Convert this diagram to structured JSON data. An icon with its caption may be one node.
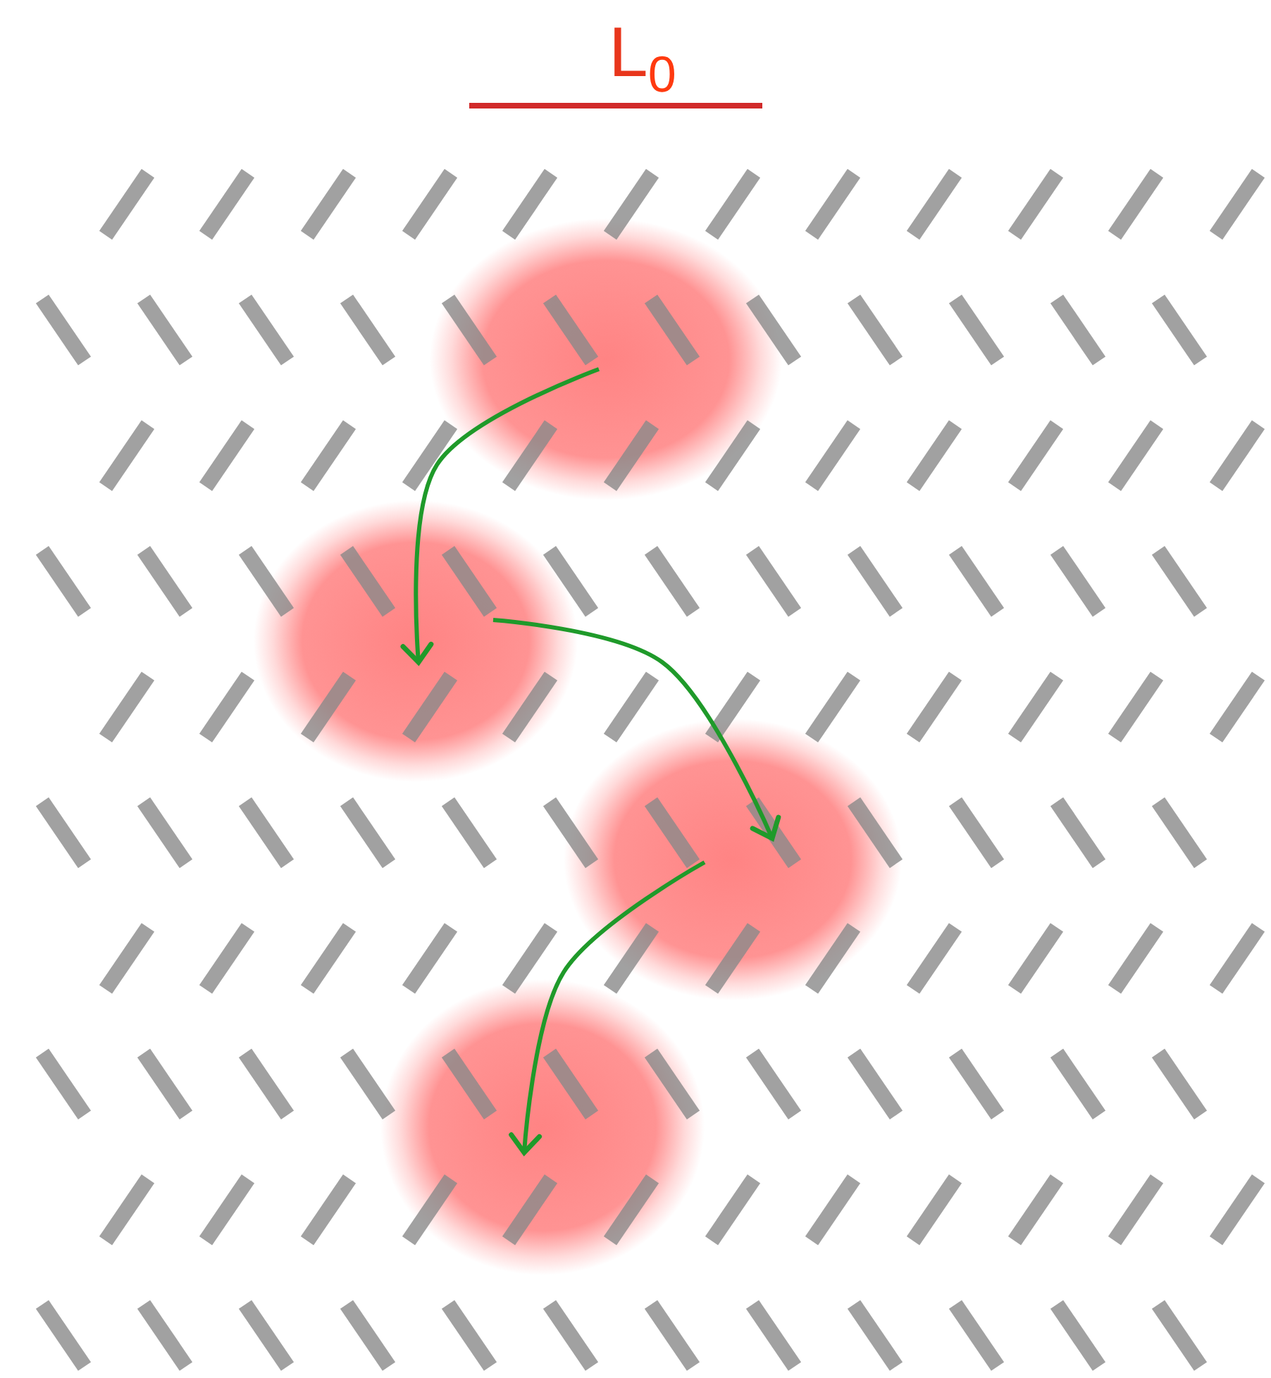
{
  "diagram": {
    "nodes": [
      {
        "text": [],
        "shape": "circle"
      },
      {
        "text": [],
        "shape": "circle"
      },
      {
        "text": [],
        "shape": "circle"
      },
      {
        "text": [],
        "shape": "circle"
      }
    ],
    "edges": [
      {
        "from": 0,
        "to": 1,
        "arrow": "to"
      },
      {
        "from": 1,
        "to": 2,
        "arrow": "to"
      },
      {
        "from": 2,
        "to": 3,
        "arrow": "to"
      }
    ],
    "labels": [
      "L$_{0}$"
    ]
  }
}
